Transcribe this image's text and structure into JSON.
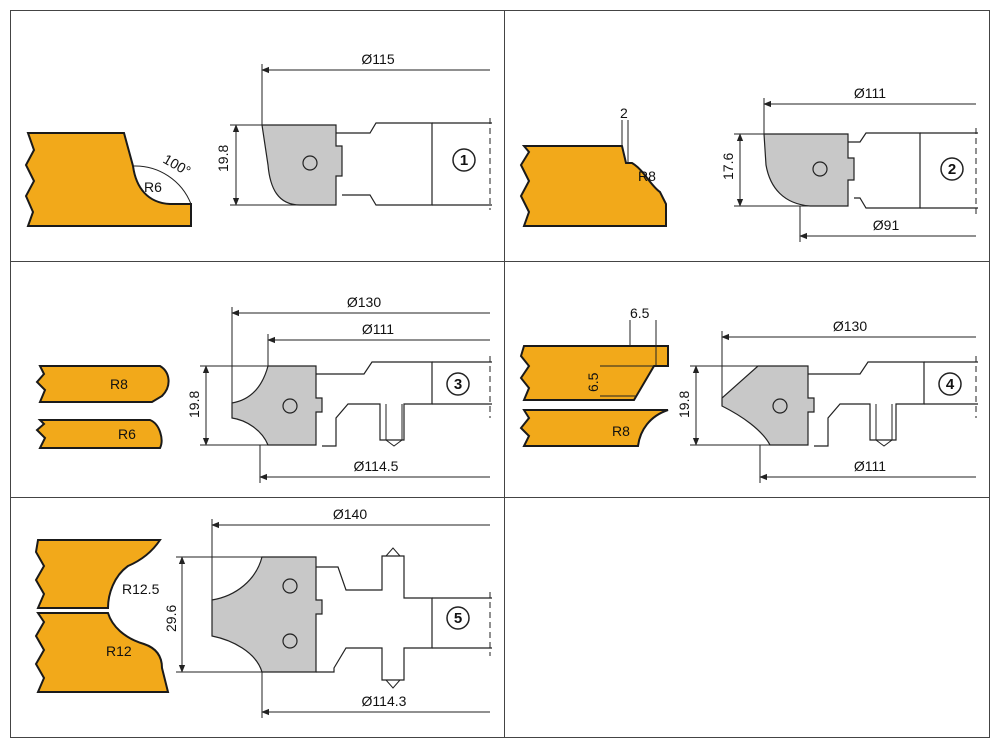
{
  "colors": {
    "profile_fill": "#f2a91a",
    "profile_stroke": "#1a1a1a",
    "knife_fill": "#c8c8c8",
    "line": "#222222",
    "frame": "#444444"
  },
  "panels": [
    {
      "id": "1",
      "number": "1",
      "diameter_top": "Ø115",
      "height": "19.8",
      "radius": "R6",
      "angle": "100°"
    },
    {
      "id": "2",
      "number": "2",
      "diameter_top": "Ø111",
      "diameter_bottom": "Ø91",
      "height": "17.6",
      "radius": "R8",
      "step": "2"
    },
    {
      "id": "3",
      "number": "3",
      "diameter_top": "Ø130",
      "diameter_inner": "Ø111",
      "diameter_bottom": "Ø114.5",
      "height": "19.8",
      "radius_a": "R8",
      "radius_b": "R6"
    },
    {
      "id": "4",
      "number": "4",
      "diameter_top": "Ø130",
      "diameter_bottom": "Ø111",
      "height": "19.8",
      "chamfer_h": "6.5",
      "chamfer_v": "6.5",
      "radius": "R8"
    },
    {
      "id": "5",
      "number": "5",
      "diameter_top": "Ø140",
      "diameter_bottom": "Ø114.3",
      "height": "29.6",
      "radius_a": "R12.5",
      "radius_b": "R12"
    }
  ]
}
